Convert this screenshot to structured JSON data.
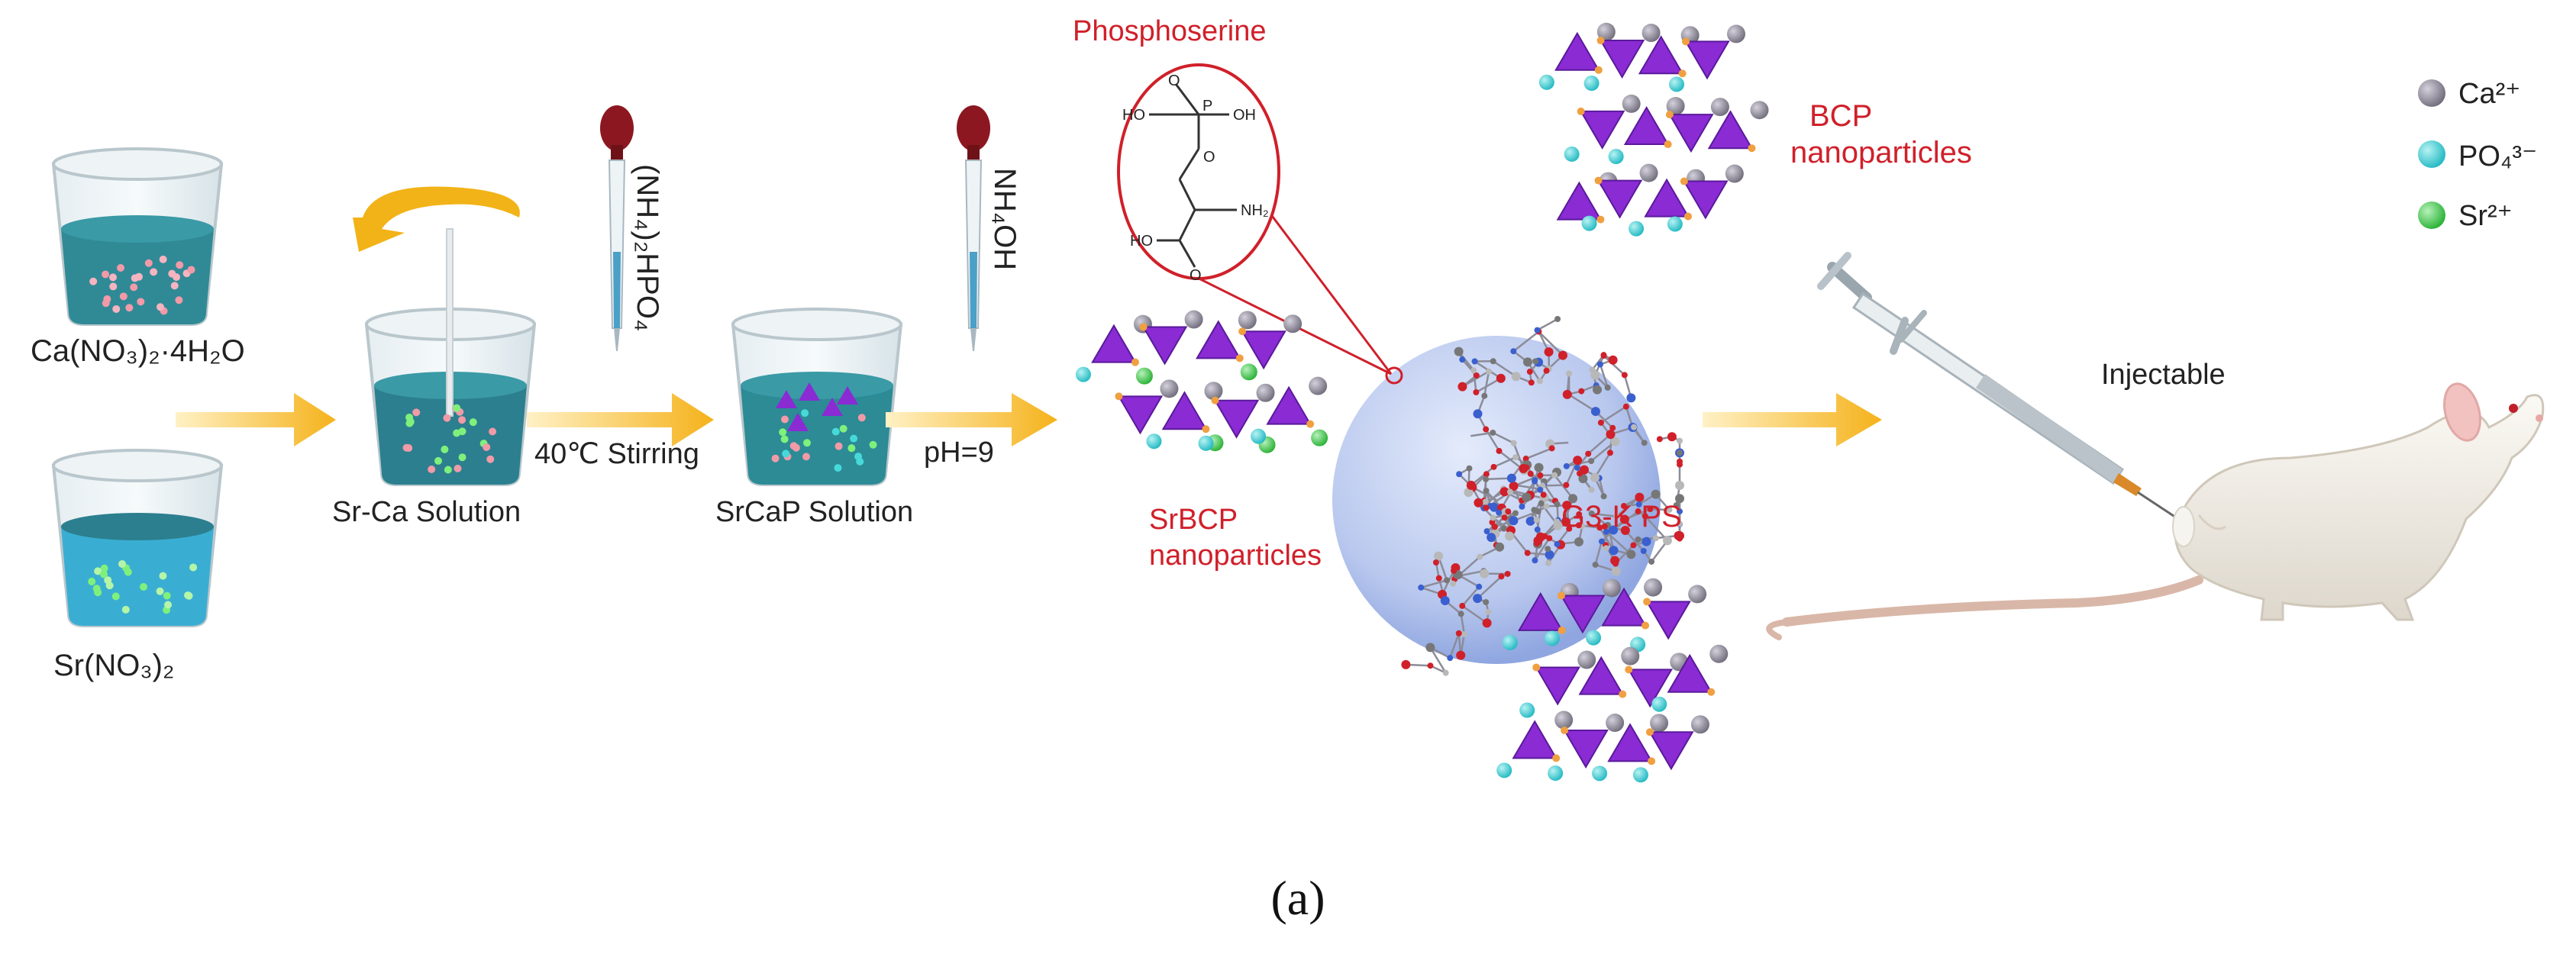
{
  "labels": {
    "ca_nitrate": "Ca(NO₃)₂·4H₂O",
    "sr_nitrate": "Sr(NO₃)₂",
    "sr_ca_solution": "Sr-Ca Solution",
    "stirring": "40℃ Stirring",
    "srcap_solution": "SrCaP Solution",
    "ph": "pH=9",
    "diammonium_phosphate": "(NH₄)₂HPO₄",
    "ammonium_hydroxide": "NH₄OH",
    "phosphoserine": "Phosphoserine",
    "srbcp_line1": "SrBCP",
    "srbcp_line2": "nanoparticles",
    "bcp_line1": "BCP",
    "bcp_line2": "nanoparticles",
    "g3k": "G3-K PS",
    "injectable": "Injectable",
    "caption": "(a)"
  },
  "molecule_atoms": [
    "HO",
    "OH",
    "O",
    "P",
    "O",
    "NH₂",
    "HO",
    "O"
  ],
  "legend": [
    {
      "label": "Ca²⁺",
      "color": "#8f8b98"
    },
    {
      "label": "PO₄³⁻",
      "color": "#3fd2d2"
    },
    {
      "label": "Sr²⁺",
      "color": "#3ec94a"
    }
  ],
  "colors": {
    "arrow": "#f5b21a",
    "beaker_liquid": "#2f8a96",
    "beaker_liquid_sr": "#3aaed2",
    "accent_red": "#d0202a",
    "triangle": "#8a2bd4",
    "sphere": "#b9c8ee"
  }
}
